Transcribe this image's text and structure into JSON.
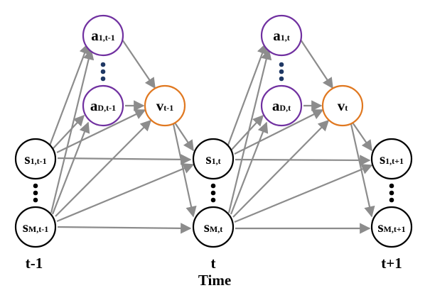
{
  "nodes": {
    "a1_tm1": {
      "main": "a",
      "sub": "1,t-1"
    },
    "aD_tm1": {
      "main": "a",
      "sub": "D,t-1"
    },
    "v_tm1": {
      "main": "v",
      "sub": "t-1"
    },
    "s1_tm1": {
      "main": "s",
      "sub": "1,t-1"
    },
    "sM_tm1": {
      "main": "s",
      "sub": "M,t-1"
    },
    "a1_t": {
      "main": "a",
      "sub": "1,t"
    },
    "aD_t": {
      "main": "a",
      "sub": "D,t"
    },
    "v_t": {
      "main": "v",
      "sub": "t"
    },
    "s1_t": {
      "main": "s",
      "sub": "1,t"
    },
    "sM_t": {
      "main": "s",
      "sub": "M,t"
    },
    "s1_tp1": {
      "main": "s",
      "sub": "1,t+1"
    },
    "sM_tp1": {
      "main": "s",
      "sub": "M,t+1"
    }
  },
  "time_labels": {
    "t_minus_1": "t-1",
    "t": "t",
    "t_plus_1": "t+1",
    "axis": "Time"
  },
  "colors": {
    "action_node": "#7030a0",
    "value_node": "#e07820",
    "state_node": "#000000",
    "edge": "#8c8c8c",
    "dots_action": "#1f3864",
    "dots_state": "#000000"
  }
}
